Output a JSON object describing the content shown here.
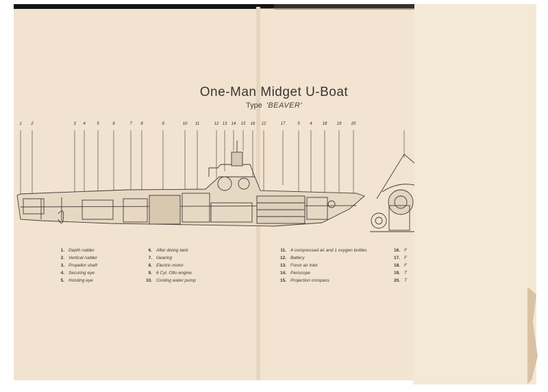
{
  "title": "One-Man Midget U-Boat",
  "subtitle_prefix": "Type",
  "subtitle_value": "'BEAVER'",
  "callouts": [
    "1",
    "2",
    "3",
    "4",
    "5",
    "6",
    "7",
    "8",
    "9",
    "10",
    "11",
    "12",
    "13",
    "14",
    "15",
    "16",
    "12",
    "17",
    "5",
    "4",
    "18",
    "19",
    "20"
  ],
  "legend_col1": [
    {
      "n": "1.",
      "label": "Depth rudder"
    },
    {
      "n": "2.",
      "label": "Vertical rudder"
    },
    {
      "n": "3.",
      "label": "Propellor shaft"
    },
    {
      "n": "4.",
      "label": "Securing eye"
    },
    {
      "n": "5.",
      "label": "Hoisting eye"
    }
  ],
  "legend_col2": [
    {
      "n": "6.",
      "label": "After diving tank"
    },
    {
      "n": "7.",
      "label": "Gearing"
    },
    {
      "n": "8.",
      "label": "Electric motor"
    },
    {
      "n": "9.",
      "label": "6 Cyl. Otto engine"
    },
    {
      "n": "10.",
      "label": "Cooling water pump"
    }
  ],
  "legend_col3": [
    {
      "n": "11.",
      "label": "4 compressed air and 1 oxygen bottles"
    },
    {
      "n": "12.",
      "label": "Battery"
    },
    {
      "n": "13.",
      "label": "Fresh air inlet"
    },
    {
      "n": "14.",
      "label": "Periscope"
    },
    {
      "n": "15.",
      "label": "Projection compass"
    }
  ],
  "legend_col4": [
    {
      "n": "16.",
      "label": "F"
    },
    {
      "n": "17.",
      "label": "F"
    },
    {
      "n": "18.",
      "label": "F"
    },
    {
      "n": "19.",
      "label": "T"
    },
    {
      "n": "20.",
      "label": "T"
    }
  ],
  "colors": {
    "paper": "#f1e3cf",
    "paper_right": "#f4e8d6",
    "ink": "#3a3530",
    "dark_edge": "#141414"
  }
}
